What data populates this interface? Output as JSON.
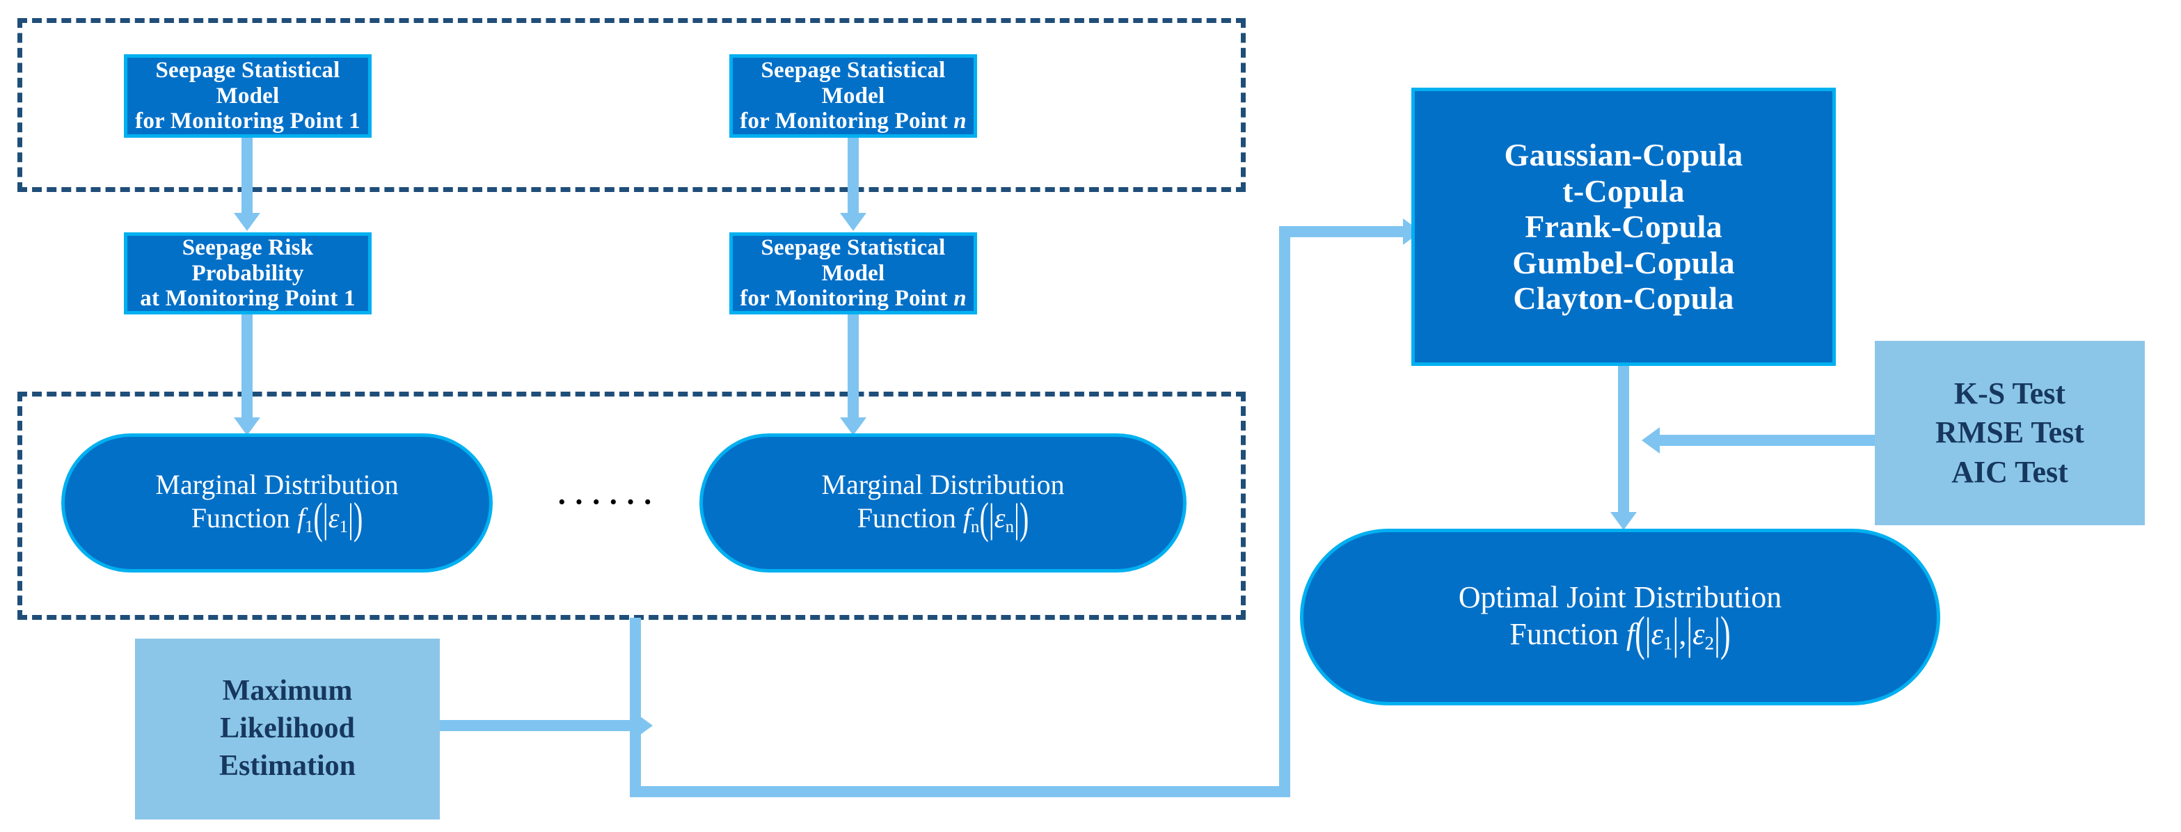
{
  "diagram": {
    "title": "Seepage Copula Joint Distribution Flowchart",
    "colors": {
      "box_fill": "#0370C8",
      "box_border": "#00B0F0",
      "note_fill": "#8BC6E8",
      "note_text": "#17375E",
      "arrow": "#7FC4F0",
      "dashed_border": "#1F4E79",
      "box_text": "#FFFFFF",
      "background": "#FFFFFF"
    }
  },
  "groups": {
    "top_group_label": "seepage-statistical-models-group",
    "bottom_group_label": "marginal-distribution-group"
  },
  "nodes": {
    "model_point_1": {
      "line1": "Seepage Statistical Model",
      "line2": "for Monitoring Point 1"
    },
    "model_point_n": {
      "line1": "Seepage Statistical Model",
      "line2": "for Monitoring Point",
      "line2_italic": "n"
    },
    "risk_probability_1": {
      "line1": "Seepage Risk Probability",
      "line2": "at Monitoring Point 1"
    },
    "model_point_n_second": {
      "line1": "Seepage Statistical Model",
      "line2": "for Monitoring Point",
      "line2_italic": "n"
    },
    "marginal_1": {
      "line1": "Marginal Distribution",
      "line2_prefix": "Function",
      "func": "f",
      "func_sub": "1",
      "eps": "ε",
      "eps_sub": "1"
    },
    "marginal_n": {
      "line1": "Marginal Distribution",
      "line2_prefix": "Function",
      "func": "f",
      "func_sub": "n",
      "eps": "ε",
      "eps_sub": "n"
    },
    "copula_list": {
      "items": [
        "Gaussian-Copula",
        "t-Copula",
        "Frank-Copula",
        "Gumbel-Copula",
        "Clayton-Copula"
      ]
    },
    "tests": {
      "items": [
        "K-S Test",
        "RMSE Test",
        "AIC Test"
      ]
    },
    "mle": {
      "line1": "Maximum",
      "line2": "Likelihood",
      "line3": "Estimation"
    },
    "optimal_joint": {
      "line1": "Optimal Joint Distribution",
      "line2_prefix": "Function",
      "func": "f",
      "eps": "ε",
      "eps_sub_1": "1",
      "eps_sub_2": "2",
      "separator": ","
    },
    "ellipsis": "······"
  }
}
